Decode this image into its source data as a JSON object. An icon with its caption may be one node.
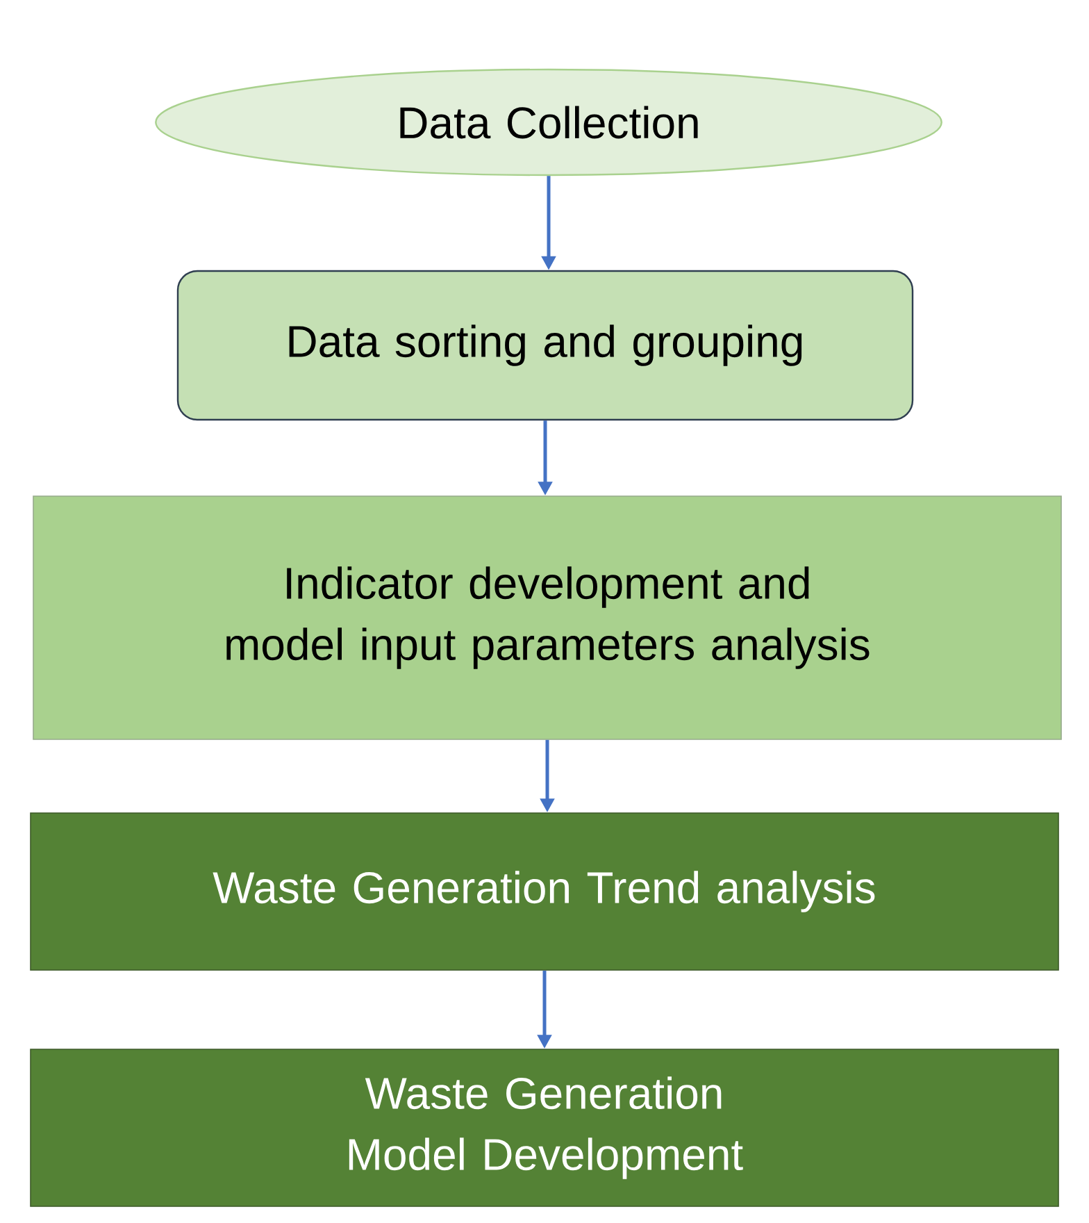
{
  "diagram": {
    "nodes": [
      {
        "text": [
          "Data Collection"
        ]
      },
      {
        "text": [
          "Data sorting and grouping"
        ]
      },
      {
        "text": [
          "Indicator development and model input parameters analysis"
        ]
      },
      {
        "text": [
          "Waste Generation Trend analysis"
        ]
      },
      {
        "text": [
          "Waste Generation Model Development"
        ]
      }
    ],
    "edges": [
      {
        "from": 0,
        "to": 1,
        "arrow": "to"
      },
      {
        "from": 1,
        "to": 2,
        "arrow": "to"
      },
      {
        "from": 2,
        "to": 3,
        "arrow": "to"
      },
      {
        "from": 3,
        "to": 4,
        "arrow": "to"
      }
    ]
  }
}
